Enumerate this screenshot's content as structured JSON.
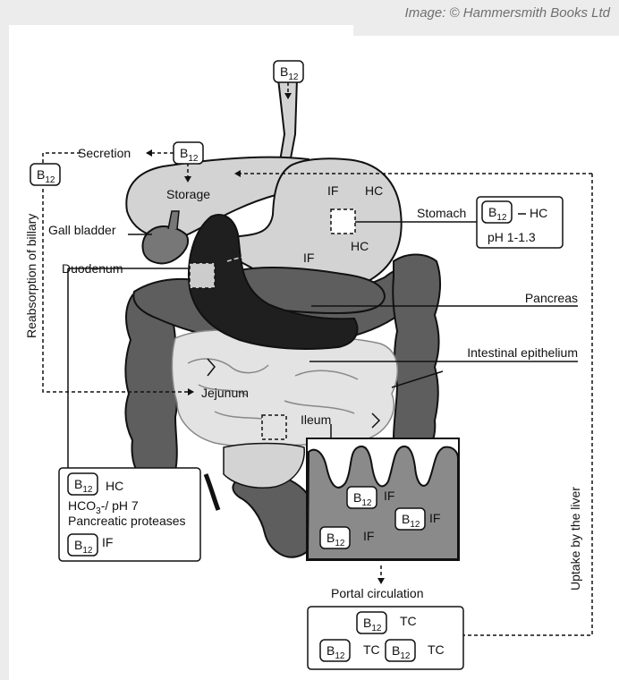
{
  "credit": "Image: © Hammersmith Books Ltd",
  "labels": {
    "secretion": "Secretion",
    "storage": "Storage",
    "gall_bladder": "Gall bladder",
    "duodenum": "Duodenum",
    "stomach": "Stomach",
    "pancreas": "Pancreas",
    "intestinal_epithelium": "Intestinal epithelium",
    "jejunum": "Jejunum",
    "ileum": "Ileum",
    "portal_circulation": "Portal circulation",
    "reabsorption": "Reabsorption of billary",
    "uptake": "Uptake by the liver",
    "if": "IF",
    "hc": "HC",
    "tc": "TC"
  },
  "b12": {
    "letter": "B",
    "sub": "12"
  },
  "stomach_box": {
    "ph": "pH 1-1.3"
  },
  "duodenum_box": {
    "hco3_a": "HCO",
    "hco3_sub": "3",
    "hco3_b": "-/ pH 7",
    "proteases": "Pancreatic proteases"
  },
  "colors": {
    "background": "#ececec",
    "light_organ": "#d3d3d3",
    "mid_organ": "#5e5e5e",
    "dark_organ": "#1f1f1f",
    "villi_box": "#8a8a8a"
  }
}
